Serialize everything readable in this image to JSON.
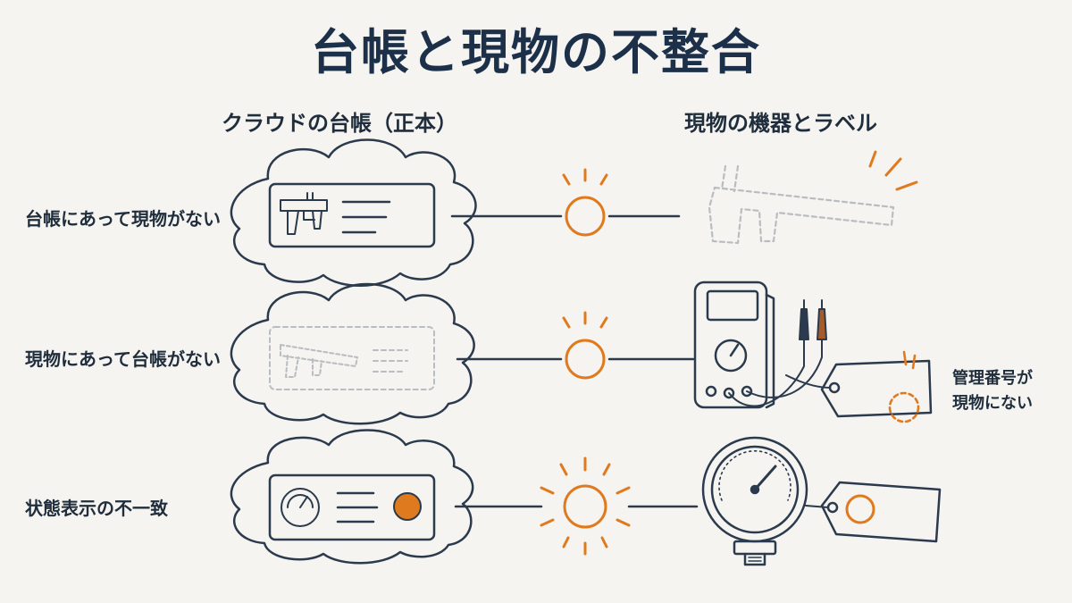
{
  "title": "台帳と現物の不整合",
  "columns": {
    "left": "クラウドの台帳（正本）",
    "right": "現物の機器とラベル"
  },
  "rows": [
    {
      "label": "台帳にあって現物がない"
    },
    {
      "label": "現物にあって台帳がない"
    },
    {
      "label": "状態表示の不一致"
    }
  ],
  "annotation": {
    "line1": "管理番号が",
    "line2": "現物にない"
  },
  "colors": {
    "ink": "#2b3a4c",
    "accent": "#e07a1f",
    "faded": "#b9bcc0",
    "background": "#f5f4f0"
  },
  "icons": [
    "cloud-icon",
    "caliper-icon",
    "alert-circle-icon",
    "multimeter-icon",
    "pressure-gauge-icon",
    "tag-icon",
    "status-dot-icon"
  ]
}
